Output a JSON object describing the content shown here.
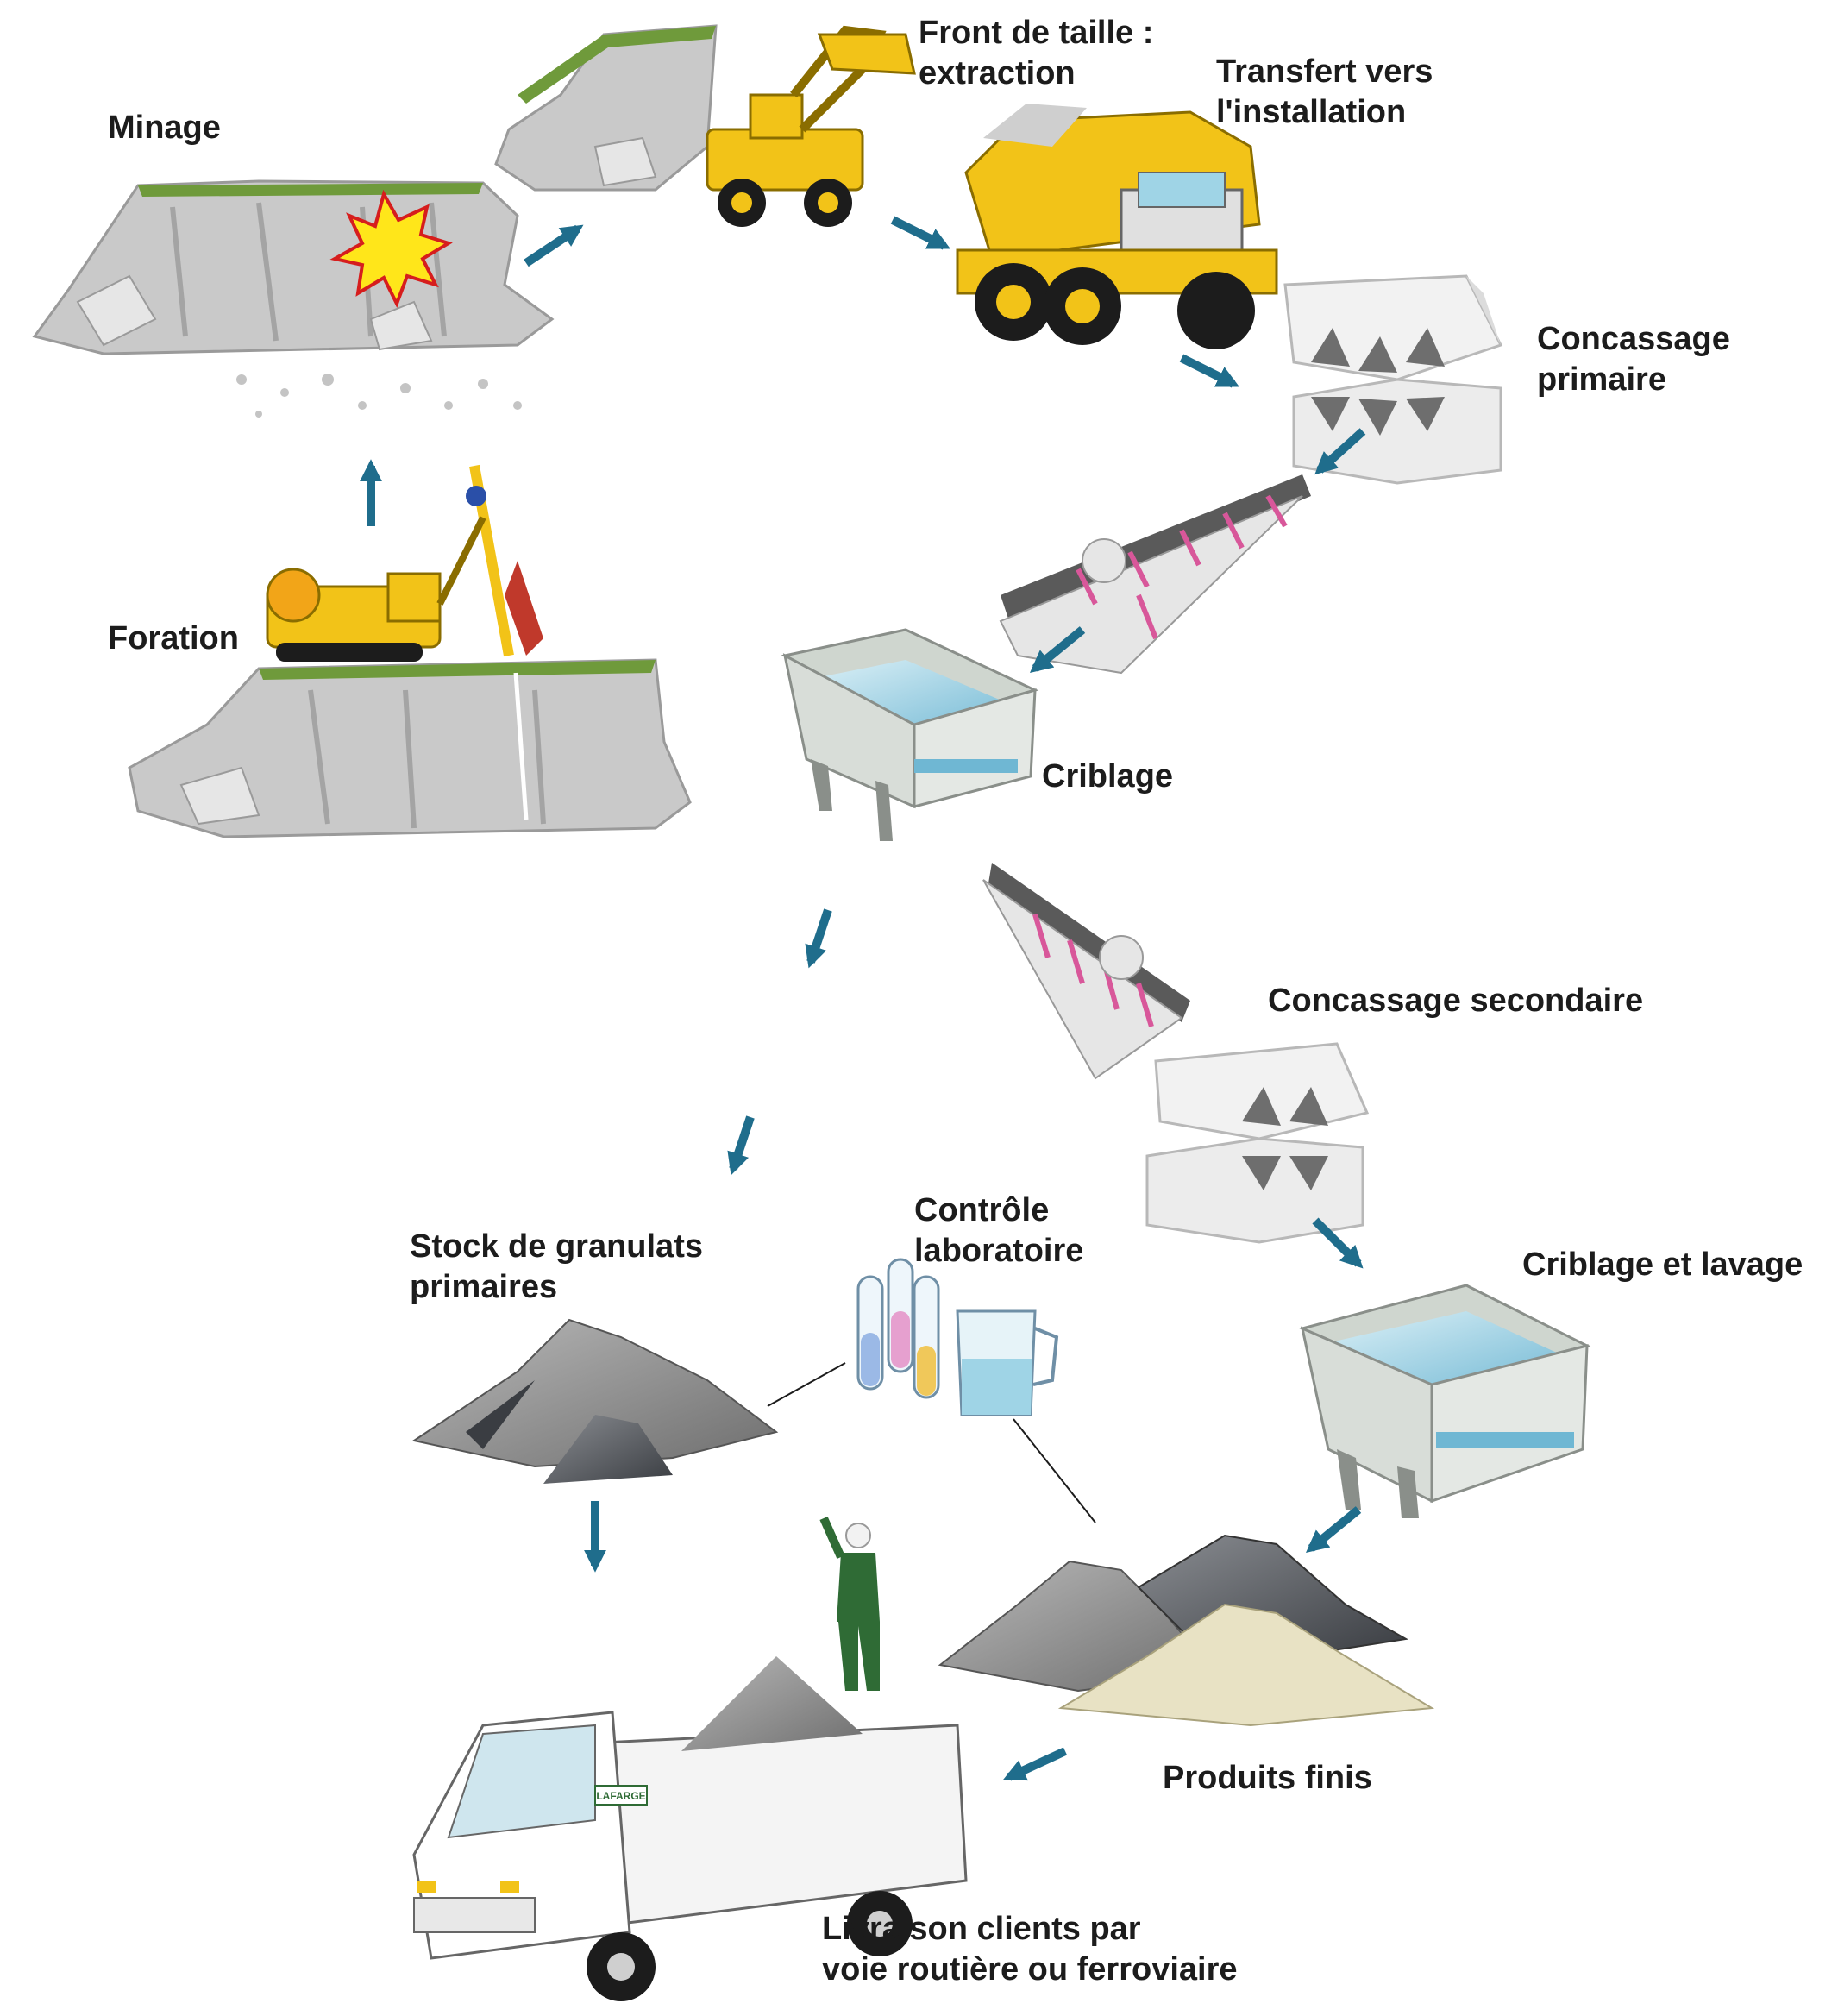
{
  "labels": {
    "minage": "Minage",
    "front_line1": "Front de taille :",
    "front_line2": "extraction",
    "transfert_line1": "Transfert vers",
    "transfert_line2": "l'installation",
    "concassage_primaire_line1": "Concassage",
    "concassage_primaire_line2": "primaire",
    "foration": "Foration",
    "criblage": "Criblage",
    "concassage_secondaire": "Concassage secondaire",
    "controle_line1": "Contrôle",
    "controle_line2": "laboratoire",
    "stock_line1": "Stock de granulats",
    "stock_line2": "primaires",
    "criblage_lavage": "Criblage et lavage",
    "produits_finis": "Produits finis",
    "livraison_line1": "Livraison clients par",
    "livraison_line2": "voie routière ou ferroviaire"
  },
  "truck_logo_text": "LAFARGE",
  "colors": {
    "arrow": "#1f6d8c",
    "rock": "#c9c9c9",
    "rock_dark": "#9e9e9e",
    "machine_yellow": "#f2c318",
    "water": "#9fd4e6",
    "conveyor_pink": "#d8579a",
    "worker_green": "#2f6b35",
    "sand": "#e8e2c4"
  },
  "icons": [
    "explosion-icon",
    "drill-rig-icon",
    "wheel-loader-icon",
    "dump-truck-icon",
    "jaw-crusher-icon",
    "conveyor-icon",
    "screen-icon",
    "test-tube-icon",
    "beaker-icon",
    "worker-icon",
    "delivery-truck-icon",
    "aggregate-pile-icon"
  ]
}
